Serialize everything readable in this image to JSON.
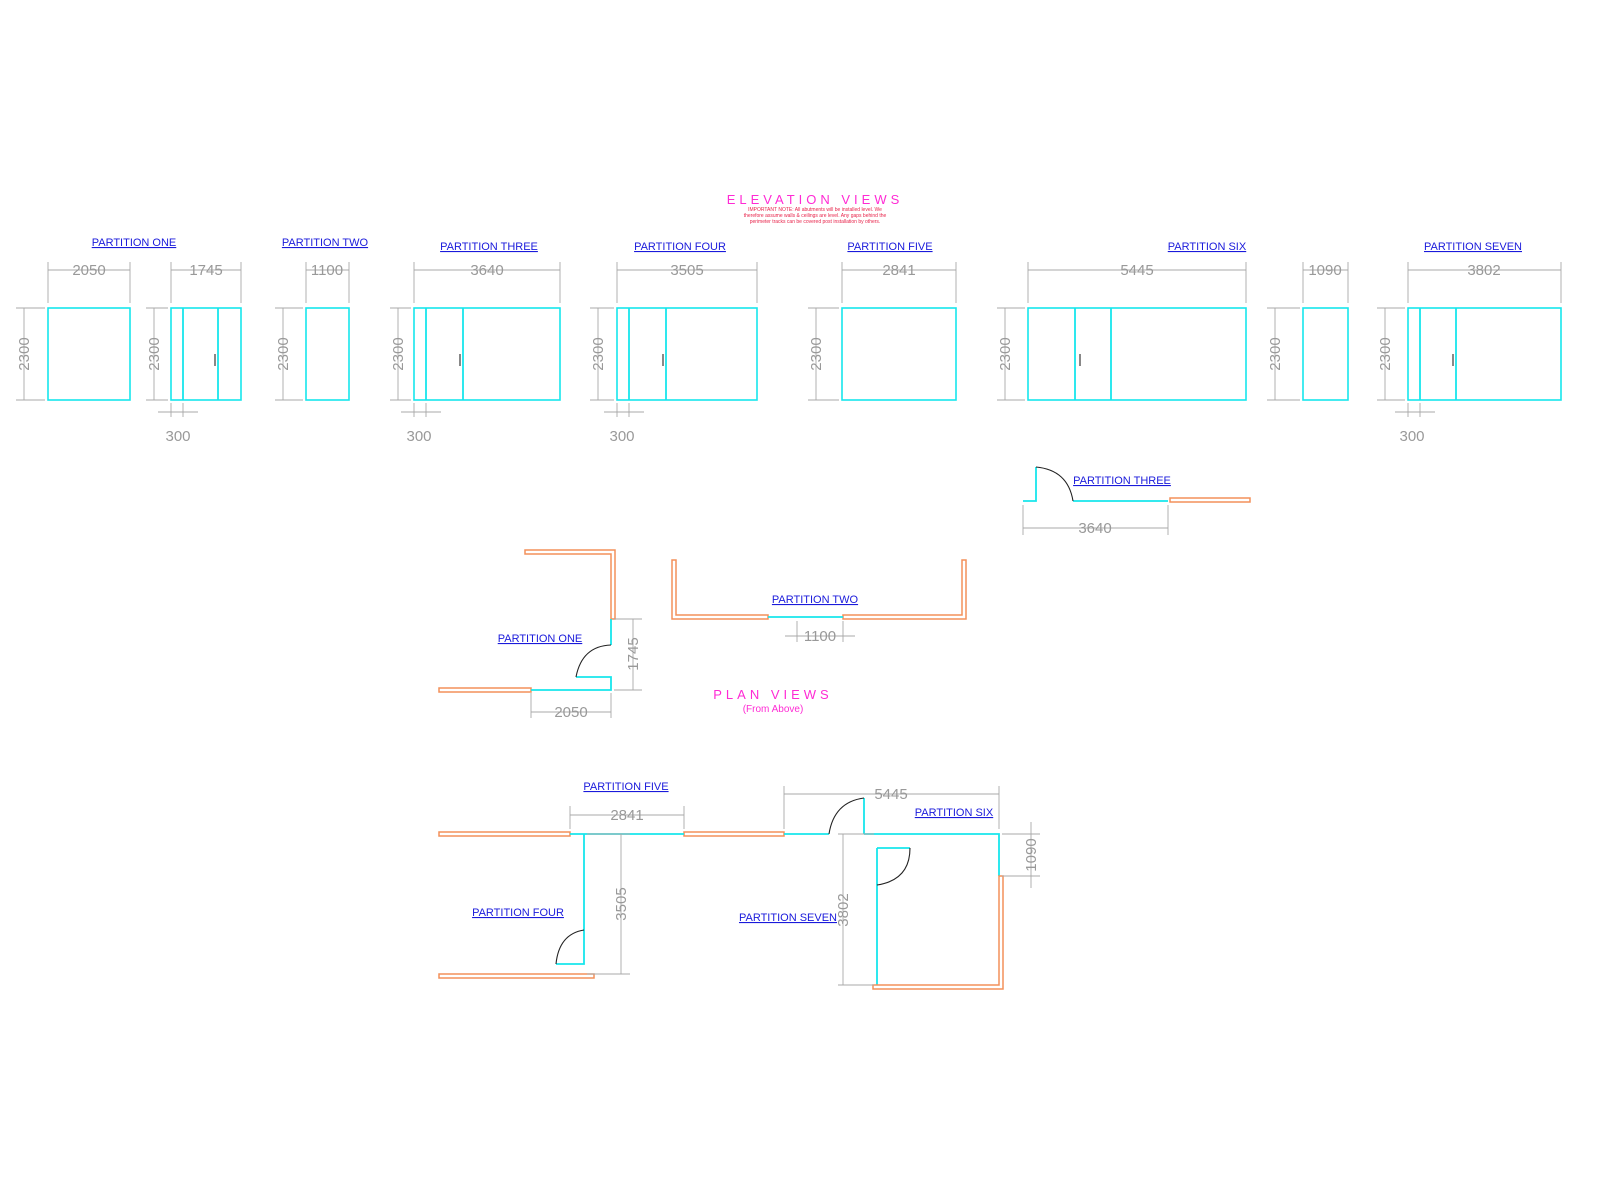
{
  "elevation": {
    "heading": "ELEVATION VIEWS",
    "note_line1": "IMPORTANT NOTE: All abutments will be installed level. We",
    "note_line2": "therefore assume walls & ceilings are level. Any gaps behind the",
    "note_line3": "perimeter tracks can be covered post installation by others.",
    "labels": [
      "PARTITION ONE",
      "PARTITION TWO",
      "PARTITION THREE",
      "PARTITION FOUR",
      "PARTITION FIVE",
      "PARTITION SIX",
      "PARTITION SEVEN"
    ],
    "widths": [
      "2050",
      "1745",
      "1100",
      "3640",
      "3505",
      "2841",
      "5445",
      "1090",
      "3802"
    ],
    "height": "2300",
    "panel_offset": "300"
  },
  "plan": {
    "heading": "PLAN VIEWS",
    "subheading": "(From Above)",
    "labels": {
      "one": "PARTITION ONE",
      "two": "PARTITION TWO",
      "three": "PARTITION THREE",
      "four": "PARTITION FOUR",
      "five": "PARTITION FIVE",
      "six": "PARTITION SIX",
      "seven": "PARTITION SEVEN"
    },
    "dims": {
      "one_width": "2050",
      "one_depth": "1745",
      "two_width": "1100",
      "three_width": "3640",
      "four_depth": "3505",
      "five_width": "2841",
      "six_width": "5445",
      "six_return": "1090",
      "seven_depth": "3802"
    }
  },
  "colors": {
    "glass": "#17e6ec",
    "track": "#f3905a",
    "dimension": "#a8a8a8",
    "label": "#1a1adb",
    "heading": "#ff2ad4",
    "note": "#e8234a"
  }
}
